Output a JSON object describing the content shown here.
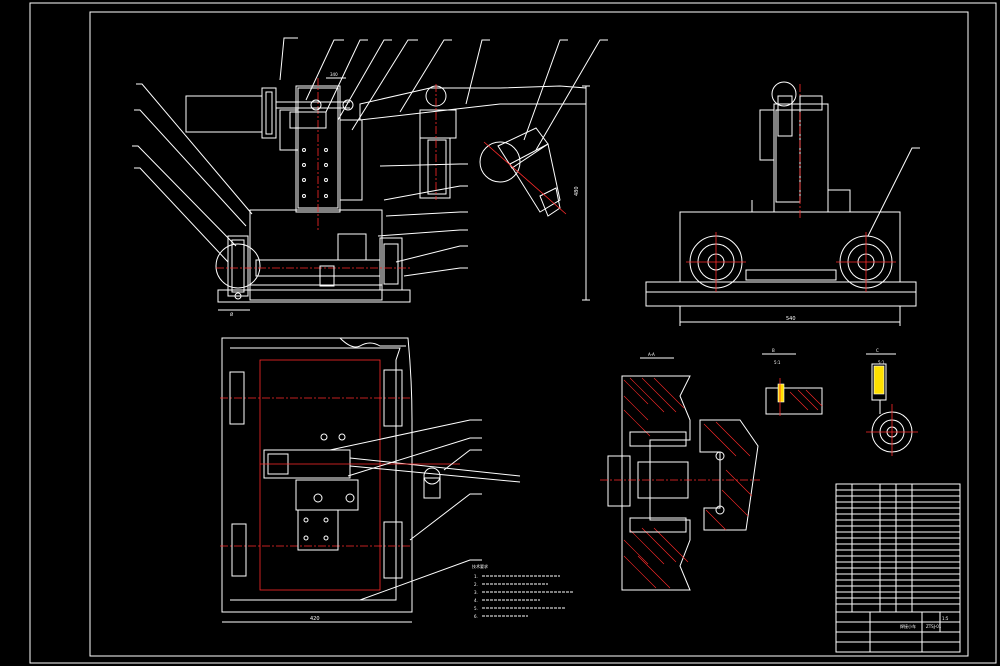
{
  "sheet": {
    "background": "#000000",
    "line_color": "#ffffff",
    "center_line_color": "#ff2a2a",
    "highlight_color": "#ffe000"
  },
  "front_view": {
    "dimension_height": "480",
    "dimension_base": "Ø",
    "dimension_top": "340"
  },
  "side_view": {
    "dimension_width": "540"
  },
  "plan_view": {
    "dimension_width": "420"
  },
  "section_views": {
    "section_a_title": "A-A",
    "detail_b_title": "B",
    "detail_b_scale": "5:1",
    "detail_c_title": "C",
    "detail_c_scale": "5:1"
  },
  "notes": {
    "lines": [
      "1.",
      "2.",
      "3.",
      "4.",
      "5.",
      "6."
    ]
  },
  "title_block": {
    "drawing_number": "ZTSJ-01",
    "scale": "1:5"
  }
}
